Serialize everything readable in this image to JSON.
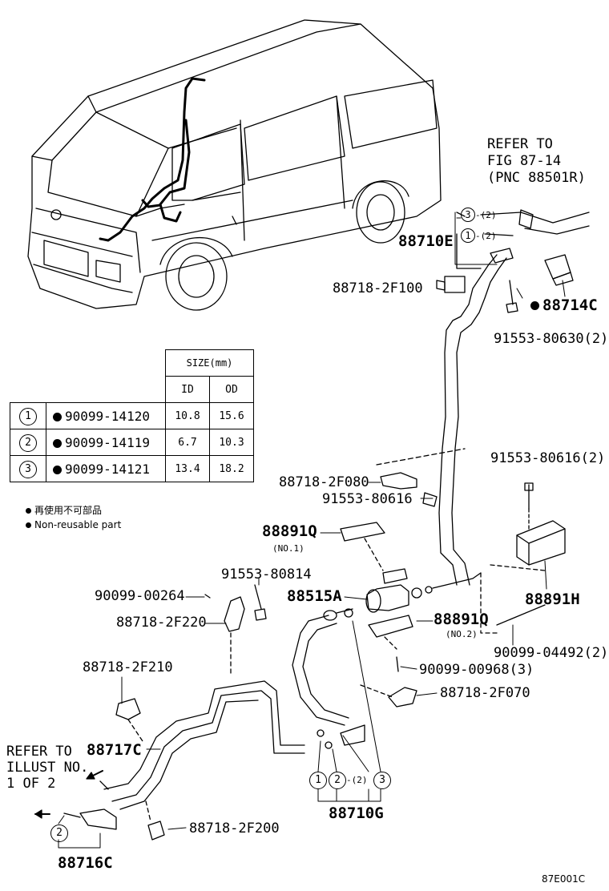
{
  "refer_top": [
    "REFER TO",
    "FIG 87-14",
    "(PNC 88501R)"
  ],
  "refer_left": [
    "REFER TO",
    "ILLUST NO.",
    "1 OF 2"
  ],
  "table": {
    "header_size": "SIZE(mm)",
    "header_id": "ID",
    "header_od": "OD",
    "rows": [
      {
        "mark": "1",
        "part": "90099-14120",
        "id": "10.8",
        "od": "15.6"
      },
      {
        "mark": "2",
        "part": "90099-14119",
        "id": "6.7",
        "od": "10.3"
      },
      {
        "mark": "3",
        "part": "90099-14121",
        "id": "13.4",
        "od": "18.2"
      }
    ]
  },
  "notes": [
    "再使用不可部品",
    "Non-reusable part"
  ],
  "parts": {
    "p88710E": "88710E",
    "p88718_2F100": "88718-2F100",
    "p88714C": "88714C",
    "p91553_80630": "91553-80630(2)",
    "p91553_80616_2": "91553-80616(2)",
    "p88718_2F080": "88718-2F080",
    "p91553_80616": "91553-80616",
    "p88891Q_1": "88891Q",
    "p88891Q_1_sub": "(NO.1)",
    "p91553_80814": "91553-80814",
    "p90099_00264": "90099-00264",
    "p88515A": "88515A",
    "p88891Q_2": "88891Q",
    "p88891Q_2_sub": "(NO.2)",
    "p88891H": "88891H",
    "p88718_2F220": "88718-2F220",
    "p90099_04492": "90099-04492(2)",
    "p90099_00968": "90099-00968(3)",
    "p88718_2F210": "88718-2F210",
    "p88718_2F070": "88718-2F070",
    "p88717C": "88717C",
    "p88710G": "88710G",
    "p88718_2F200": "88718-2F200",
    "p88716C": "88716C"
  },
  "callouts": {
    "top3": "3",
    "top3_q": "-(2)",
    "top1": "1",
    "top1_q": "-(2)",
    "bot1": "1",
    "bot2": "2",
    "bot2_q": "-(2)",
    "bot3": "3",
    "left2": "2"
  },
  "figure_code": "87E001C"
}
